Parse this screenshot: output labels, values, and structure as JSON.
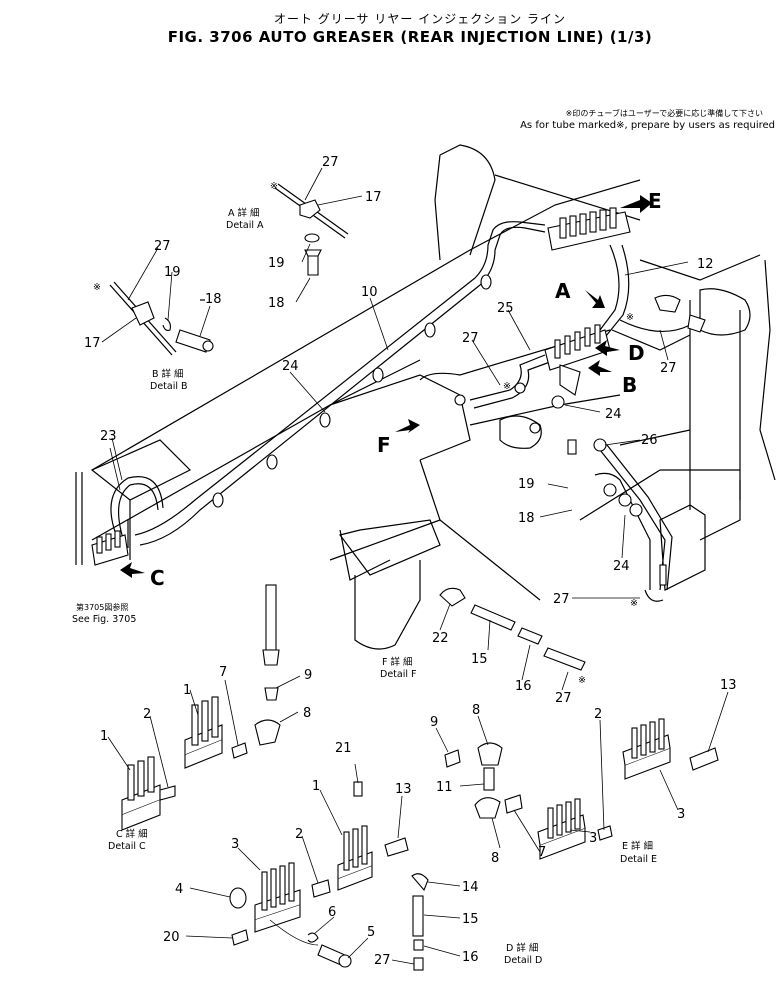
{
  "title_jp": "オート グリーサ リヤー インジェクション ライン",
  "title": "FIG. 3706  AUTO GREASER (REAR INJECTION LINE) (1/3)",
  "note_jp": "※印のチューブはユーザーで必要に応じ準備して下さい",
  "note_en": "As for tube marked※, prepare by users as required",
  "arrows": {
    "A": "A",
    "B": "B",
    "C": "C",
    "D": "D",
    "E": "E",
    "F": "F"
  },
  "see_fig": {
    "jp": "第3705図参照",
    "en": "See Fig. 3705"
  },
  "detail_labels": {
    "A": {
      "jp": "A 詳 細",
      "en": "Detail A"
    },
    "B": {
      "jp": "B 詳 細",
      "en": "Detail B"
    },
    "C": {
      "jp": "C 詳 細",
      "en": "Detail C"
    },
    "D": {
      "jp": "D 詳 細",
      "en": "Detail D"
    },
    "E": {
      "jp": "E 詳 細",
      "en": "Detail E"
    },
    "F": {
      "jp": "F 詳 細",
      "en": "Detail F"
    }
  },
  "parts": {
    "p1": "1",
    "p2": "2",
    "p3": "3",
    "p4": "4",
    "p5": "5",
    "p6": "6",
    "p7": "7",
    "p8": "8",
    "p9": "9",
    "p10": "10",
    "p11": "11",
    "p12": "12",
    "p13": "13",
    "p14": "14",
    "p15": "15",
    "p16": "16",
    "p17": "17",
    "p18": "18",
    "p19": "19",
    "p20": "20",
    "p21": "21",
    "p22": "22",
    "p23": "23",
    "p24": "24",
    "p25": "25",
    "p26": "26",
    "p27": "27"
  },
  "tube_mark": "※"
}
